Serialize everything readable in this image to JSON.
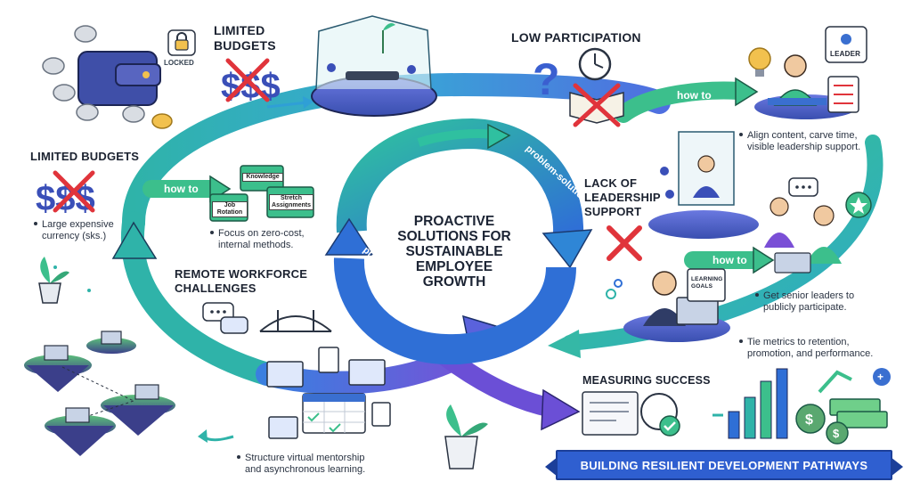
{
  "center": {
    "line1": "PROACTIVE",
    "line2": "SOLUTIONS FOR",
    "line3": "SUSTAINABLE",
    "line4": "EMPLOYEE",
    "line5": "GROWTH"
  },
  "cycle_labels": {
    "upper": "problem-solution",
    "lower": "problem-solution"
  },
  "sections": {
    "limited_budgets_top": {
      "title_line1": "LIMITED",
      "title_line2": "BUDGETS",
      "locked": "LOCKED"
    },
    "limited_budgets_left": {
      "title": "LIMITED BUDGETS",
      "note_line1": "Large expensive",
      "note_line2": "currency (sks.)",
      "howto": "how to",
      "solution_line1": "Focus on zero-cost,",
      "solution_line2": "internal methods."
    },
    "remote": {
      "title_line1": "REMOTE WORKFORCE",
      "title_line2": "CHALLENGES",
      "solution_line1": "Structure virtual mentorship",
      "solution_line2": "and asynchronous learning."
    },
    "low_participation": {
      "title": "LOW PARTICIPATION",
      "howto": "how to",
      "solution_line1": "Align content, carve time,",
      "solution_line2": "visible leadership support.",
      "leader_tag": "LEADER"
    },
    "leadership": {
      "title_line1": "LACK OF",
      "title_line2": "LEADERSHIP",
      "title_line3": "SUPPORT",
      "howto": "how to",
      "solution_line1": "Get senior leaders to",
      "solution_line2": "publicly participate.",
      "goals_line1": "LEARNING",
      "goals_line2": "GOALS"
    },
    "measuring": {
      "title": "MEASURING SUCCESS",
      "note_line1": "Tie metrics to retention,",
      "note_line2": "promotion, and performance."
    }
  },
  "stack_labels": {
    "a": "Job Rotation",
    "b": "Stretch Assignments",
    "c": "Knowledge"
  },
  "banner": "BUILDING RESILIENT DEVELOPMENT PATHWAYS",
  "colors": {
    "teal": "#2fb3a9",
    "green": "#4cc48a",
    "blue": "#2f6fd6",
    "purple": "#7a4fd6",
    "red_x": "#e0343b",
    "ink": "#1b2230",
    "banner_blue": "#2f5fd0"
  },
  "icons": [
    "wallet-icon",
    "coins-icon",
    "padlock-icon",
    "dollar-icon",
    "question-icon",
    "clock-icon",
    "book-icon",
    "lightbulb-icon",
    "plant-icon",
    "chat-icon",
    "bridge-icon",
    "calendar-icon",
    "document-icon",
    "laptop-icon",
    "badge-icon",
    "chart-icon",
    "money-icon",
    "checkmark-icon",
    "cross-icon"
  ]
}
